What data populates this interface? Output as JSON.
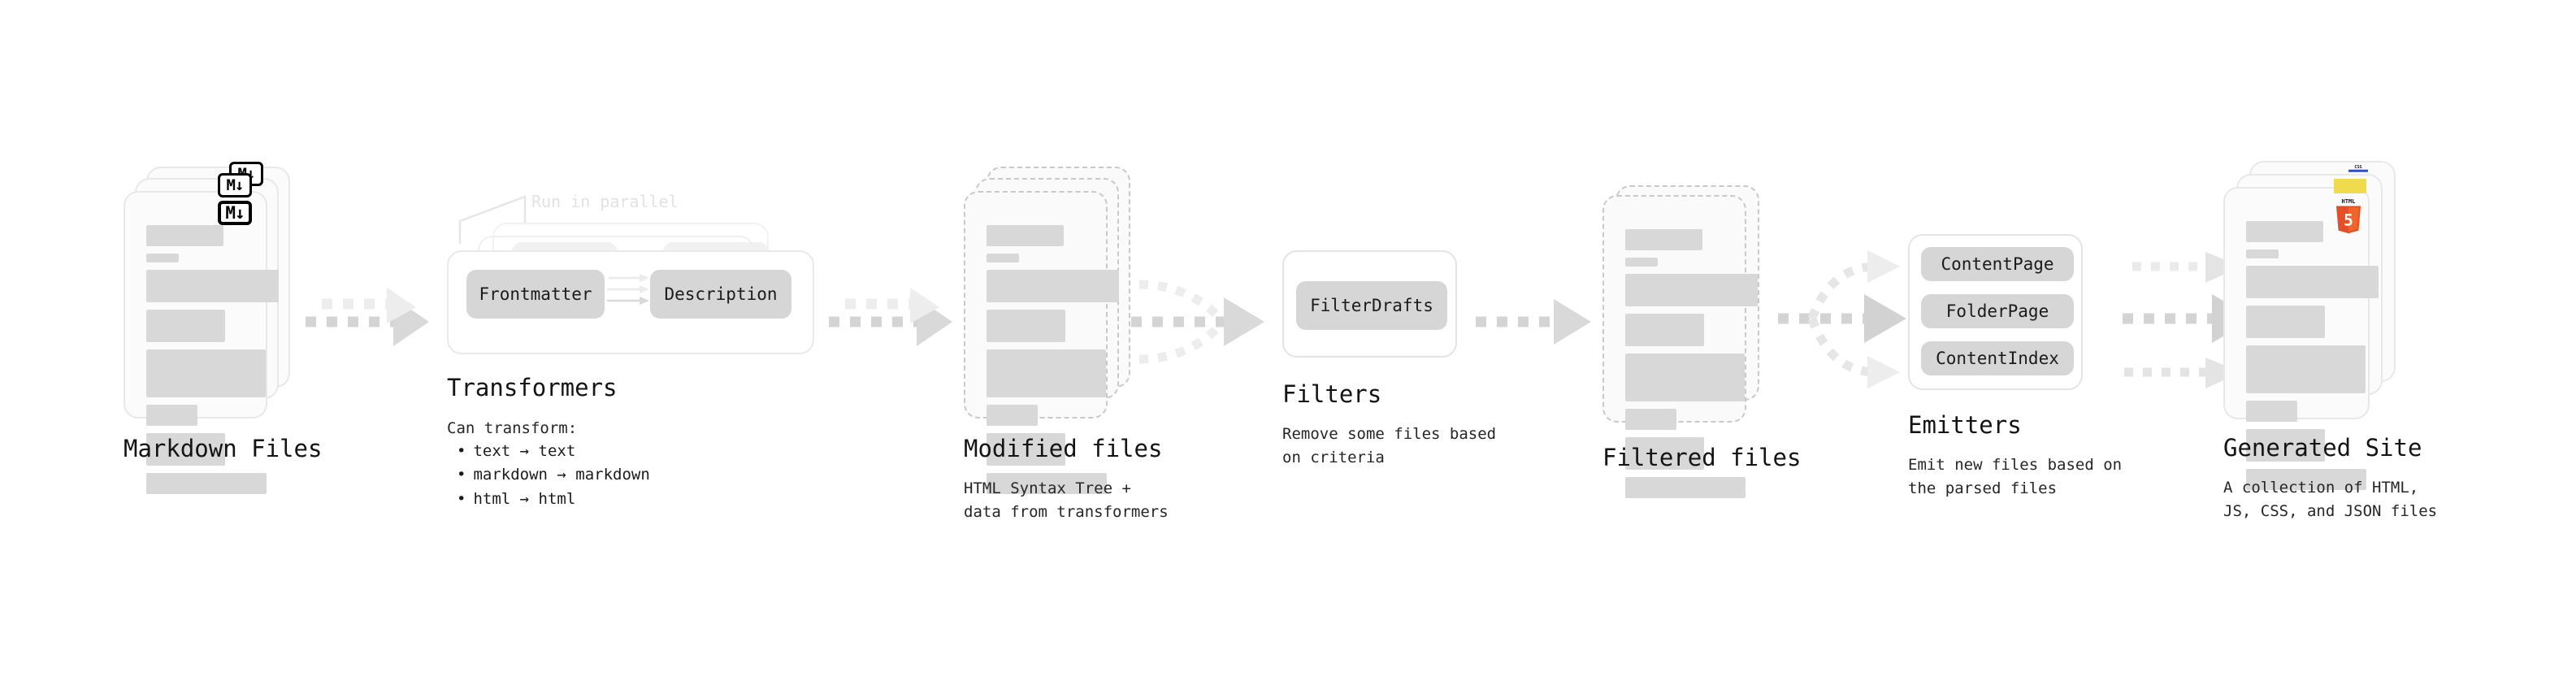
{
  "diagram": {
    "title": "Static site generation pipeline",
    "type": "pipeline-flow",
    "background": "#ffffff",
    "accents": {
      "bar_gray": "#d8d8d8",
      "pill_gray": "#d6d6d6",
      "card_border": "#e8e8e8",
      "dashed_border": "#c9c9c9",
      "arrow_gray": "#d4d4d4",
      "callout_gray": "#e2e2e2",
      "html5_orange": "#e34f26",
      "html5_orange_light": "#ef652a",
      "js_yellow": "#f0db4f",
      "css_blue": "#264de4",
      "text": "#1b1b1b"
    }
  },
  "stages": [
    {
      "id": "markdown-files",
      "title": "Markdown Files",
      "subtitle": "",
      "badge": "markdown-badge",
      "badge_text": "M↓",
      "style": "solid-stack"
    },
    {
      "id": "transformers",
      "title": "Transformers",
      "subtitle": "Can transform:",
      "callout": "Run in parallel",
      "items": [
        "Frontmatter",
        "Description"
      ],
      "bullets": [
        "text → text",
        "markdown → markdown",
        "html → html"
      ],
      "style": "panel-stack"
    },
    {
      "id": "modified-files",
      "title": "Modified files",
      "subtitle": "HTML Syntax Tree +\ndata from transformers",
      "style": "dashed-stack"
    },
    {
      "id": "filters",
      "title": "Filters",
      "subtitle": "Remove some files based\non criteria",
      "items": [
        "FilterDrafts"
      ],
      "style": "panel"
    },
    {
      "id": "filtered-files",
      "title": "Filtered files",
      "subtitle": "",
      "style": "dashed-stack"
    },
    {
      "id": "emitters",
      "title": "Emitters",
      "subtitle": "Emit new files based on\nthe parsed files",
      "items": [
        "ContentPage",
        "FolderPage",
        "ContentIndex"
      ],
      "style": "panel"
    },
    {
      "id": "generated-site",
      "title": "Generated Site",
      "subtitle": "A collection of HTML,\nJS, CSS, and JSON files",
      "badges": [
        "html5-badge",
        "js-badge",
        "css-badge"
      ],
      "badge_text_html5": "HTML",
      "badge_text_html5_num": "5",
      "badge_text_css": "CSS",
      "style": "solid-stack"
    }
  ],
  "connectors": [
    {
      "id": "md-to-transformers",
      "kind": "single"
    },
    {
      "id": "transformers-to-modified",
      "kind": "single"
    },
    {
      "id": "modified-to-filters",
      "kind": "fan-in-3"
    },
    {
      "id": "filters-to-filtered",
      "kind": "single"
    },
    {
      "id": "filtered-to-emitters",
      "kind": "fan-out-3"
    },
    {
      "id": "emitters-to-site",
      "kind": "parallel-3"
    }
  ],
  "doc_bars": [
    {
      "w": 95,
      "h": 26
    },
    {
      "w": 40,
      "h": 11
    },
    {
      "w": 163,
      "h": 40
    },
    {
      "w": 97,
      "h": 40
    },
    {
      "w": 147,
      "h": 59
    },
    {
      "w": 63,
      "h": 26
    },
    {
      "w": 97,
      "h": 40
    },
    {
      "w": 148,
      "h": 26
    }
  ]
}
